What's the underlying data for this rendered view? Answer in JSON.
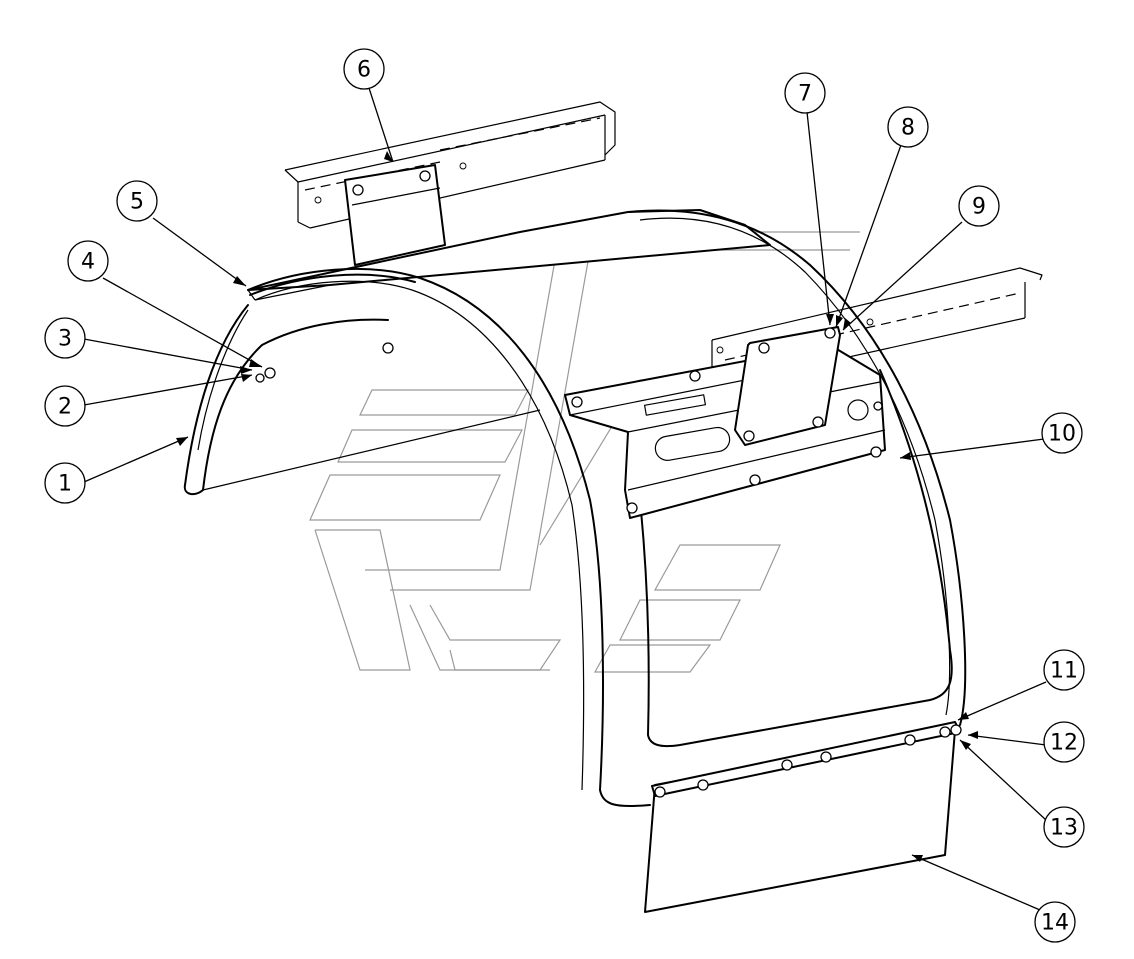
{
  "diagram": {
    "callouts": [
      {
        "id": "c1",
        "label": "1"
      },
      {
        "id": "c2",
        "label": "2"
      },
      {
        "id": "c3",
        "label": "3"
      },
      {
        "id": "c4",
        "label": "4"
      },
      {
        "id": "c5",
        "label": "5"
      },
      {
        "id": "c6",
        "label": "6"
      },
      {
        "id": "c7",
        "label": "7"
      },
      {
        "id": "c8",
        "label": "8"
      },
      {
        "id": "c9",
        "label": "9"
      },
      {
        "id": "c10",
        "label": "10"
      },
      {
        "id": "c11",
        "label": "11"
      },
      {
        "id": "c12",
        "label": "12"
      },
      {
        "id": "c13",
        "label": "13"
      },
      {
        "id": "c14",
        "label": "14"
      }
    ],
    "watermark_color": "#9a9a9a",
    "line_color": "#000000"
  }
}
